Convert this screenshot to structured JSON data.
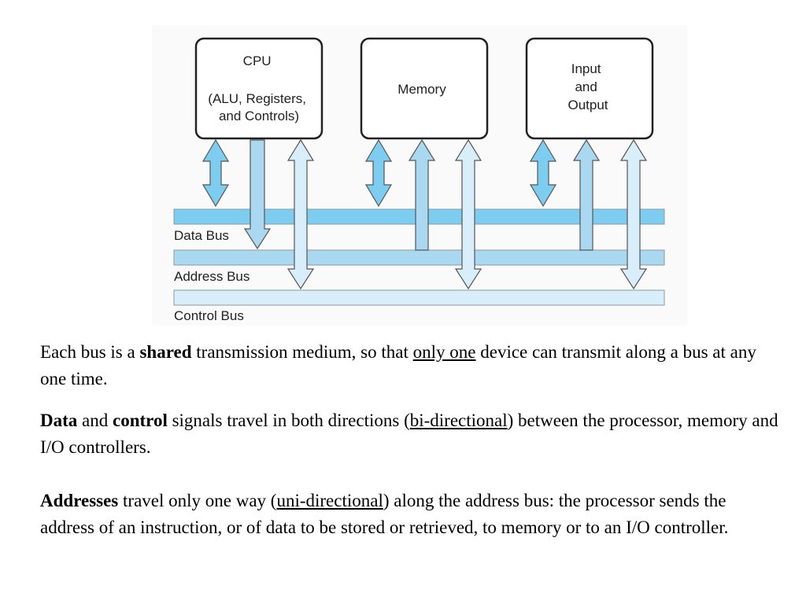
{
  "diagram": {
    "cpu": {
      "lines": [
        "CPU",
        "",
        "(ALU, Registers,",
        "and Controls)"
      ]
    },
    "memory": {
      "lines": [
        "Memory"
      ]
    },
    "io": {
      "lines": [
        "Input",
        "and",
        "Output"
      ]
    },
    "buses": {
      "data": "Data Bus",
      "address": "Address Bus",
      "control": "Control Bus"
    },
    "colors": {
      "data_bus": "#7dcdf0",
      "address_bus": "#a9d8f0",
      "control_bus": "#d9eefb",
      "outline": "#222222"
    }
  },
  "paragraphs": {
    "p1": {
      "s1": "Each bus is a ",
      "b1": "shared",
      "s2": " transmission medium, so that ",
      "u1": "only one",
      "s3": " device can transmit along a bus at any one time."
    },
    "p2": {
      "b1": "Data",
      "s1": " and ",
      "b2": "control",
      "s2": " signals travel in both directions (",
      "u1": "bi-directional",
      "s3": ") between the processor, memory and I/O controllers."
    },
    "p3": {
      "b1": "Addresses",
      "s1": " travel only one way (",
      "u1": "uni-directional",
      "s2": ") along the address bus: the processor sends the address of an instruction, or of data to be stored or retrieved, to memory or to an I/O controller."
    }
  }
}
